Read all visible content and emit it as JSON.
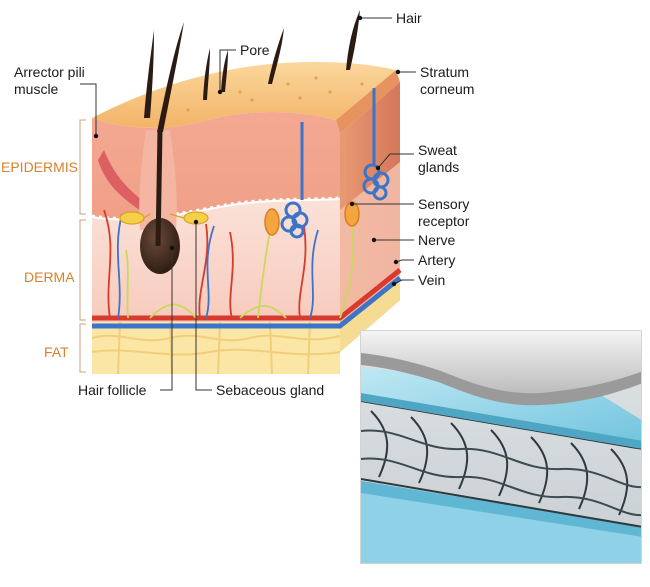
{
  "labels": {
    "hair": "Hair",
    "pore": "Pore",
    "arrector_pili": [
      "Arrector pili",
      "muscle"
    ],
    "stratum_corneum": [
      "Stratum",
      "corneum"
    ],
    "sweat_glands": [
      "Sweat",
      "glands"
    ],
    "sensory_receptor": [
      "Sensory",
      "receptor"
    ],
    "nerve": "Nerve",
    "artery": "Artery",
    "vein": "Vein",
    "hair_follicle": "Hair follicle",
    "sebaceous_gland": "Sebaceous gland"
  },
  "layers": {
    "epidermis": "EPIDERMIS",
    "derma": "DERMA",
    "fat": "FAT"
  },
  "colors": {
    "layer_label": "#d9822b",
    "surface": "#f7c27a",
    "epidermis": "#f2a58c",
    "dermis": "#f9d6cc",
    "fat": "#fbe6a6",
    "artery": "#d83a2e",
    "vein": "#3b74c9",
    "nerve": "#c9d95b"
  },
  "inset_photo": {
    "subject": "mattress-cross-section"
  }
}
